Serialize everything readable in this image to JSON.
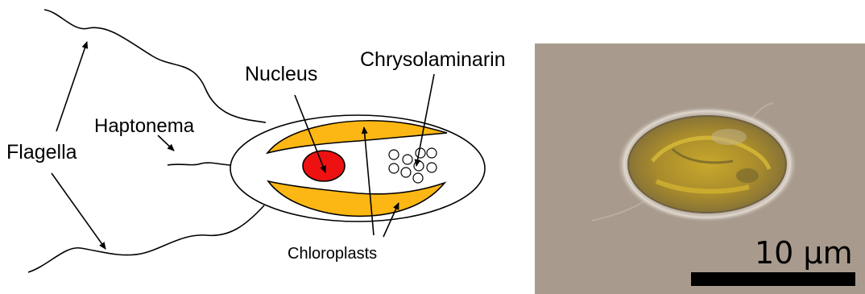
{
  "diagram": {
    "labels": {
      "flagella": "Flagella",
      "haptonema": "Haptonema",
      "nucleus": "Nucleus",
      "chrysolaminarin": "Chrysolaminarin",
      "chloroplasts": "Chloroplasts"
    },
    "colors": {
      "nucleus": "#ee1111",
      "chloroplast": "#fdb714",
      "outline": "#000000",
      "cell_fill": "#ffffff"
    }
  },
  "micrograph": {
    "scale_bar_label": "10 µm",
    "background_color": "#a89b8e",
    "cell_color": "#9c8a3a"
  }
}
